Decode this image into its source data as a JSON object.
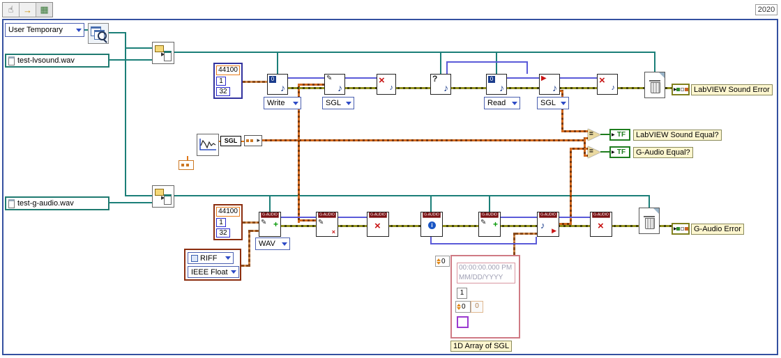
{
  "window": {
    "version": "2020"
  },
  "constants": {
    "user_temporary": "User Temporary",
    "lv_file": "test-lvsound.wav",
    "ga_file": "test-g-audio.wav",
    "format_top": {
      "rate": "44100",
      "channels": "1",
      "bits": "32"
    },
    "format_bottom": {
      "rate": "44100",
      "channels": "1",
      "bits": "32"
    },
    "timestamp": {
      "time": "00:00:00.000 PM",
      "date": "MM/DD/YYYY",
      "count": "1",
      "index": "0",
      "element": "0",
      "outer_index": "0"
    }
  },
  "rings": {
    "write": "Write",
    "sgl_write": "SGL",
    "read": "Read",
    "sgl_read": "SGL",
    "wav": "WAV",
    "riff": "RIFF",
    "ieee": "IEEE Float"
  },
  "labels": {
    "lv_error": "LabVIEW Sound Error",
    "lv_equal": "LabVIEW Sound Equal?",
    "ga_equal": "G-Audio Equal?",
    "ga_error": "G-Audio Error",
    "array_sgl": "1D Array of SGL",
    "sgl": "SGL"
  },
  "glyphs": {
    "gaudio": "G-AUDIO",
    "zero": "0",
    "question": "?",
    "info": "i",
    "note": "♪",
    "pencil": "✎",
    "cross": "×",
    "plus": "+",
    "equals": "=",
    "tf": "TF"
  }
}
